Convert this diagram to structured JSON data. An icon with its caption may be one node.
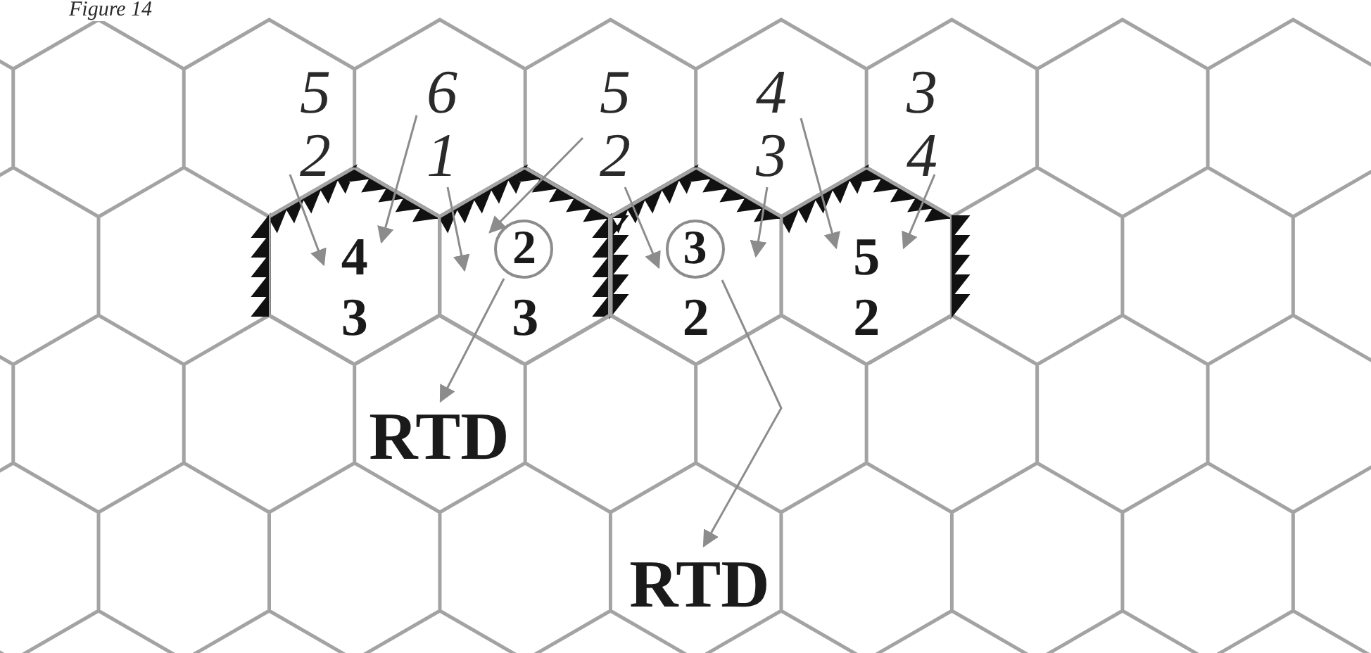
{
  "diagram": {
    "title": "Figure 14",
    "nodes": [
      {
        "text": [
          "4",
          "3"
        ]
      },
      {
        "text": [
          "3"
        ]
      },
      {
        "text": [
          "2"
        ],
        "in": 1
      },
      {
        "text": [
          "2"
        ]
      },
      {
        "text": [
          "3"
        ],
        "in": 3
      },
      {
        "text": [
          "5",
          "2"
        ]
      },
      {
        "text": [
          "5",
          "2"
        ]
      },
      {
        "text": [
          "6",
          "1"
        ]
      },
      {
        "text": [
          "5",
          "2"
        ]
      },
      {
        "text": [
          "4",
          "3"
        ]
      },
      {
        "text": [
          "3",
          "4"
        ]
      },
      {
        "text": [
          "RTD"
        ]
      },
      {
        "text": [
          "RTD"
        ]
      }
    ],
    "edges": [
      {
        "from": 6,
        "to": 0,
        "arrow": "to"
      },
      {
        "from": 7,
        "to": 0,
        "arrow": "to"
      },
      {
        "from": 7,
        "to": 1,
        "arrow": "to"
      },
      {
        "from": 8,
        "to": 1,
        "arrow": "to"
      },
      {
        "from": 8,
        "to": 3,
        "arrow": "to"
      },
      {
        "from": 9,
        "to": 3,
        "arrow": "to"
      },
      {
        "from": 9,
        "to": 5,
        "arrow": "to"
      },
      {
        "from": 10,
        "to": 5,
        "arrow": "to"
      },
      {
        "from": 2,
        "to": 11,
        "arrow": "to"
      },
      {
        "from": 4,
        "to": 12,
        "arrow": "to"
      }
    ]
  }
}
